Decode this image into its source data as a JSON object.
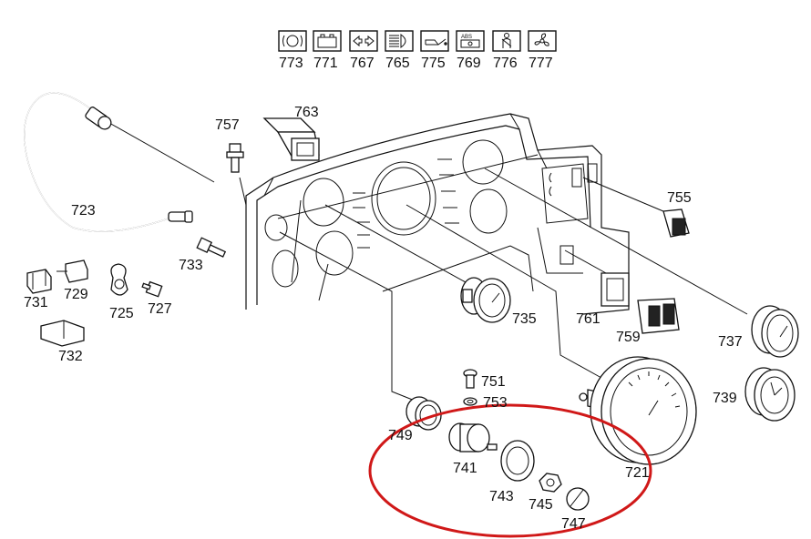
{
  "diagram": {
    "symbol_labels": [
      "773",
      "771",
      "767",
      "765",
      "775",
      "769",
      "776",
      "777"
    ],
    "symbol_icons": [
      "brake-warning-icon",
      "battery-icon",
      "turn-signal-icon",
      "headlight-icon",
      "oil-can-icon",
      "abs-warning-icon",
      "seatbelt-icon",
      "fan-icon"
    ],
    "symbol_abs_text": "ABS",
    "parts": {
      "p723": "723",
      "p757": "757",
      "p763": "763",
      "p755": "755",
      "p733": "733",
      "p731": "731",
      "p729": "729",
      "p725": "725",
      "p727": "727",
      "p732": "732",
      "p735": "735",
      "p761": "761",
      "p759": "759",
      "p737": "737",
      "p751": "751",
      "p753": "753",
      "p749": "749",
      "p741": "741",
      "p743": "743",
      "p745": "745",
      "p747": "747",
      "p721": "721",
      "p739": "739"
    },
    "highlight_color": "#d01818"
  }
}
